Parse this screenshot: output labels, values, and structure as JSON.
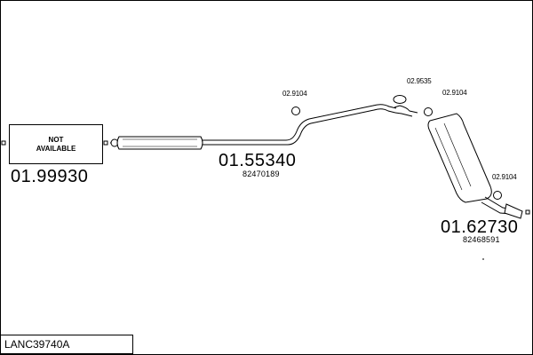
{
  "not_available_box": {
    "line1": "NOT",
    "line2": "AVAILABLE"
  },
  "parts": {
    "front": {
      "number": "01.99930"
    },
    "middle": {
      "number": "01.55340",
      "oem": "82470189"
    },
    "rear": {
      "number": "01.62730",
      "oem": "82468591"
    }
  },
  "fittings": {
    "hanger_middle": "02.9104",
    "clamp_rear": "02.9535",
    "hanger_rear_top": "02.9104",
    "hanger_rear_bottom": "02.9104"
  },
  "footer": {
    "code": "LANC39740A"
  },
  "colors": {
    "line": "#000000",
    "part_fill": "#ffffff"
  }
}
